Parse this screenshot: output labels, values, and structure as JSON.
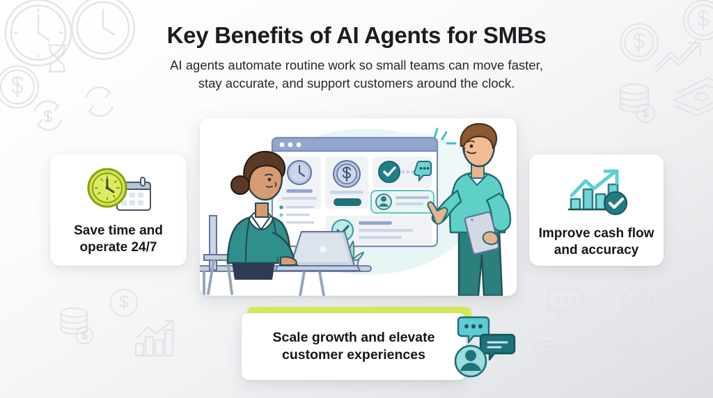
{
  "header": {
    "title": "Key Benefits of AI Agents for SMBs",
    "subtitle_line1": "AI agents automate routine work so small teams can move faster,",
    "subtitle_line2": "stay accurate, and support customers around the clock."
  },
  "cards": {
    "left": {
      "label_line1": "Save time and",
      "label_line2": "operate 24/7",
      "icon": "clock-calendar-icon"
    },
    "right": {
      "label_line1": "Improve cash flow",
      "label_line2": "and accuracy",
      "icon": "growth-chart-check-icon"
    },
    "bottom": {
      "label_line1": "Scale growth and elevate",
      "label_line2": "customer experiences",
      "icon": "chat-avatar-icon"
    }
  },
  "illustration": {
    "name": "team-using-ai-dashboard-illustration",
    "elements": [
      "seated-woman-with-laptop",
      "standing-man-with-tablet",
      "browser-dashboard-window",
      "clock-widget",
      "dollar-coin-widget",
      "check-and-chat-widget",
      "user-row-highlight",
      "approval-panel",
      "desk-plant"
    ]
  },
  "background": {
    "watermarks": [
      "clock-icon",
      "clock-icon",
      "hourglass-icon",
      "dollar-coin-icon",
      "sync-arrows-icon",
      "sync-dollar-icon",
      "dollar-coin-icon",
      "growth-arrow-icon",
      "coin-stack-icon",
      "banknotes-icon",
      "coin-stack-icon",
      "dollar-coin-icon",
      "bar-chart-icon",
      "chat-dots-icon",
      "chat-lines-icon",
      "chat-pair-icon",
      "avatar-icon"
    ]
  },
  "colors": {
    "lime": "#dcee55",
    "lime_dark": "#a8bc22",
    "teal": "#2f7e86",
    "teal_light": "#63ced2",
    "teal_mid": "#2c8f93",
    "ink": "#15171a",
    "blue_grey": "#8aa0c8",
    "watermark": "#e2e3e6"
  }
}
